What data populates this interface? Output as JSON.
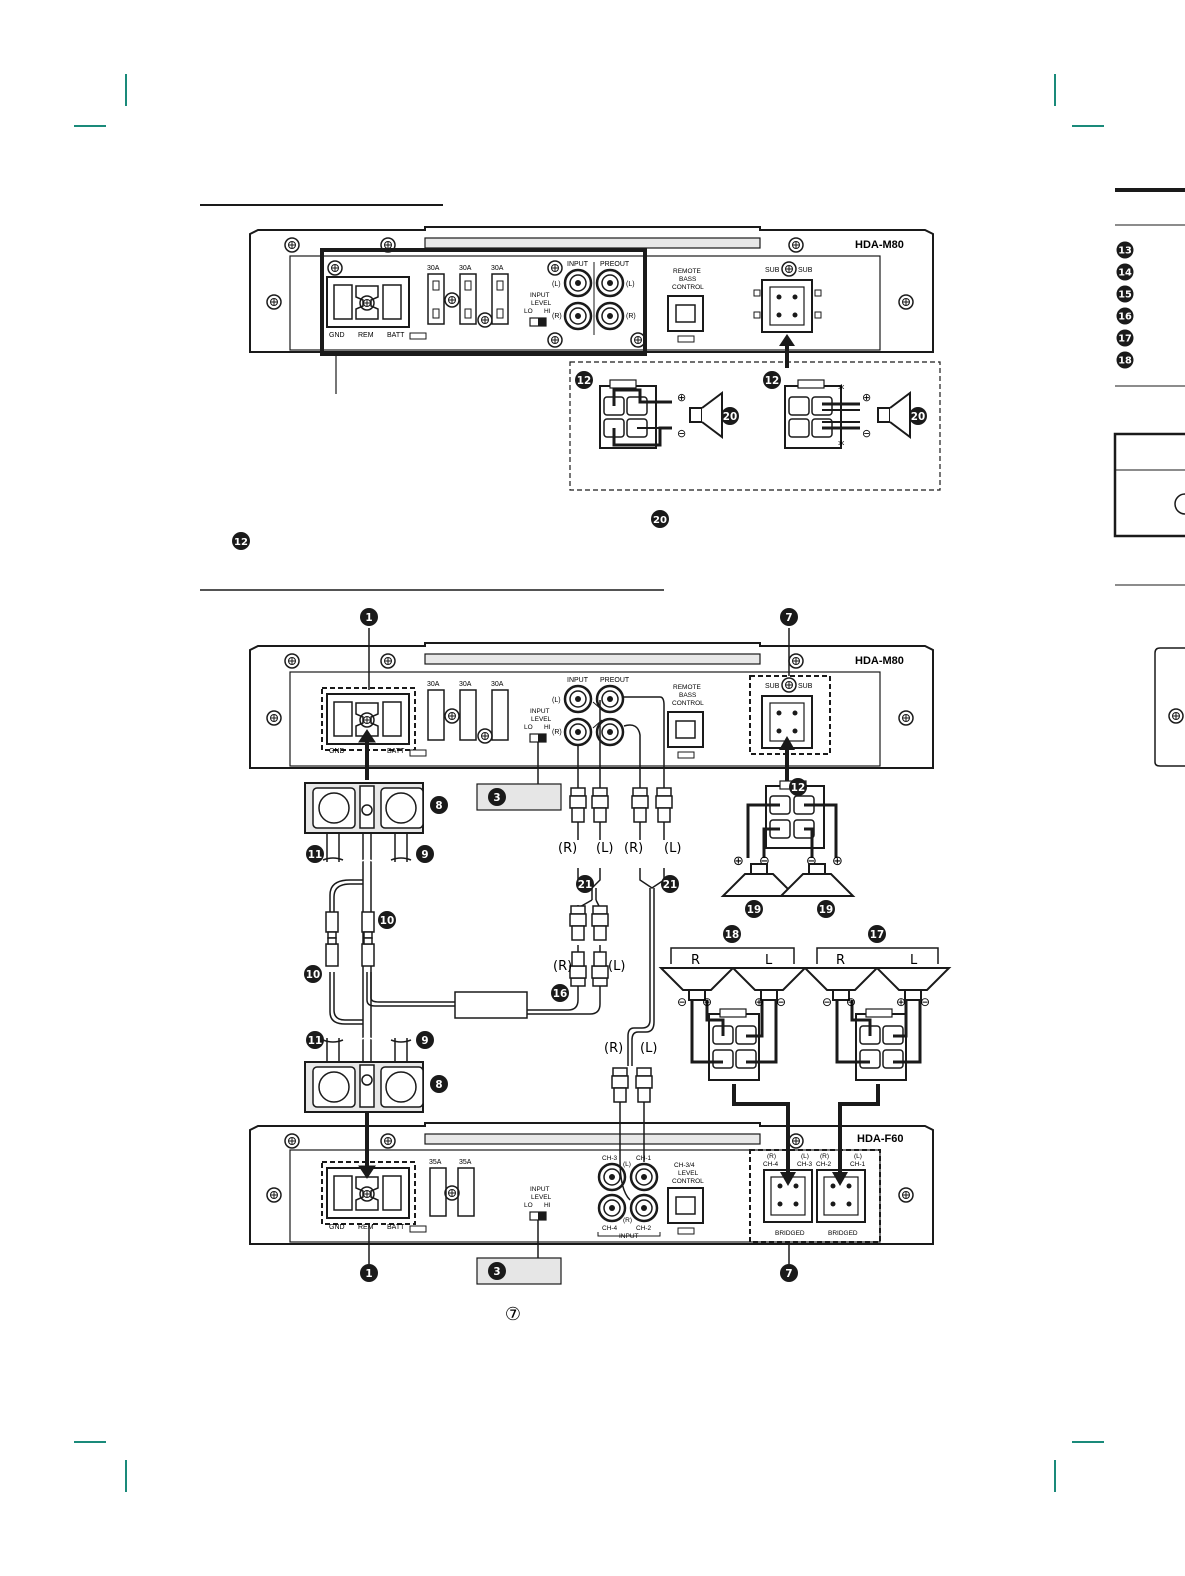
{
  "colors": {
    "crop_marks": "#1a8a7a",
    "ink": "#1a1a1a",
    "panel_fill": "#ececec"
  },
  "top_amp": {
    "model": "HDA-M80",
    "fuses": [
      "30A",
      "30A",
      "30A"
    ],
    "power_terms": {
      "gnd": "GND",
      "rem": "REM",
      "batt": "BATT"
    },
    "input": "INPUT",
    "preout": "PREOUT",
    "ch_l": "(L)",
    "ch_r": "(R)",
    "level": {
      "title1": "INPUT",
      "title2": "LEVEL",
      "lo": "LO",
      "hi": "HI"
    },
    "remote": [
      "REMOTE",
      "BASS",
      "CONTROL"
    ],
    "sub1": "SUB",
    "sub2": "SUB"
  },
  "speaker_inset": {
    "ref_terminal": "12",
    "ref_speaker": "20",
    "asterisk": "*"
  },
  "notes": {
    "ref_a": "20",
    "ref_b": "12",
    "ref_c": "⑦"
  },
  "side_tabs": [
    "13",
    "14",
    "15",
    "16",
    "17",
    "18"
  ],
  "bottom_amp": {
    "model": "HDA-F60",
    "fuses": [
      "35A",
      "35A"
    ],
    "power_terms": {
      "gnd": "GND",
      "rem": "REM",
      "batt": "BATT"
    },
    "ch": {
      "c1": "CH-1",
      "c2": "CH-2",
      "c3": "CH-3",
      "c4": "CH-4"
    },
    "input": "INPUT",
    "ch_l": "(L)",
    "ch_r": "(R)",
    "level": {
      "title1": "INPUT",
      "title2": "LEVEL",
      "lo": "LO",
      "hi": "HI"
    },
    "control": [
      "CH-3/4",
      "LEVEL",
      "CONTROL"
    ],
    "out_a": {
      "r": "(R)",
      "rch": "CH-4",
      "l": "(L)",
      "lch": "CH-3"
    },
    "out_b": {
      "r": "(R)",
      "rch": "CH-2",
      "l": "(L)",
      "lch": "CH-1"
    },
    "bridged": "BRIDGED"
  },
  "callouts": {
    "c1": "1",
    "c3": "3",
    "c7": "7",
    "c8": "8",
    "c9": "9",
    "c10": "10",
    "c11": "11",
    "c12": "12",
    "c16": "16",
    "c17": "17",
    "c18": "18",
    "c19": "19",
    "c21": "21"
  },
  "channel_labels": {
    "r": "(R)",
    "l": "(L)"
  },
  "speaker_pair": {
    "right": "R",
    "left": "L"
  }
}
